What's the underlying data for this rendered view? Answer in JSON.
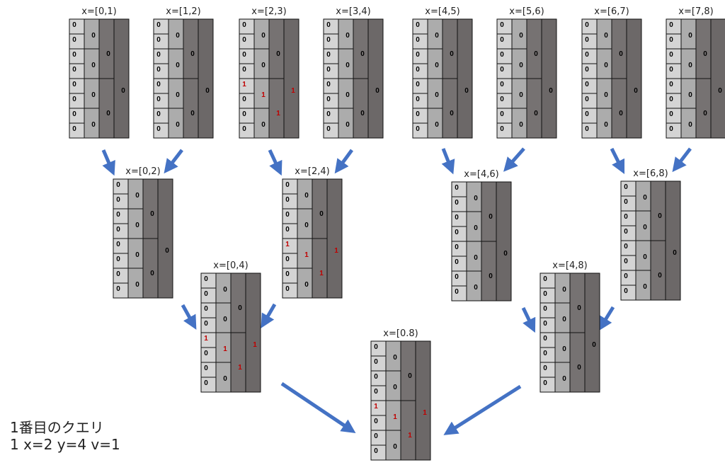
{
  "colors": {
    "col0": "#d4d4d4",
    "col1": "#acacac",
    "col2": "#767272",
    "col3": "#6c6868",
    "border": "#111111",
    "zero": "#000000",
    "one": "#c00000",
    "arrow": "#4472c4"
  },
  "caption": {
    "title": "1番目のクエリ",
    "query": "1 x=2 y=4 v=1"
  },
  "blocks": [
    {
      "id": "b01",
      "label": "x=[0,1)",
      "levels": [
        [
          "0",
          "0",
          "0",
          "0",
          "0",
          "0",
          "0",
          "0"
        ],
        [
          "0",
          "0",
          "0",
          "0"
        ],
        [
          "0",
          "0"
        ],
        [
          "0"
        ]
      ]
    },
    {
      "id": "b12",
      "label": "x=[1,2)",
      "levels": [
        [
          "0",
          "0",
          "0",
          "0",
          "0",
          "0",
          "0",
          "0"
        ],
        [
          "0",
          "0",
          "0",
          "0"
        ],
        [
          "0",
          "0"
        ],
        [
          "0"
        ]
      ]
    },
    {
      "id": "b23",
      "label": "x=[2,3)",
      "levels": [
        [
          "0",
          "0",
          "0",
          "0",
          "1",
          "0",
          "0",
          "0"
        ],
        [
          "0",
          "0",
          "1",
          "0"
        ],
        [
          "0",
          "1"
        ],
        [
          "1"
        ]
      ]
    },
    {
      "id": "b34",
      "label": "x=[3,4)",
      "levels": [
        [
          "0",
          "0",
          "0",
          "0",
          "0",
          "0",
          "0",
          "0"
        ],
        [
          "0",
          "0",
          "0",
          "0"
        ],
        [
          "0",
          "0"
        ],
        [
          "0"
        ]
      ]
    },
    {
      "id": "b45",
      "label": "x=[4,5)",
      "levels": [
        [
          "0",
          "0",
          "0",
          "0",
          "0",
          "0",
          "0",
          "0"
        ],
        [
          "0",
          "0",
          "0",
          "0"
        ],
        [
          "0",
          "0"
        ],
        [
          "0"
        ]
      ]
    },
    {
      "id": "b56",
      "label": "x=[5,6)",
      "levels": [
        [
          "0",
          "0",
          "0",
          "0",
          "0",
          "0",
          "0",
          "0"
        ],
        [
          "0",
          "0",
          "0",
          "0"
        ],
        [
          "0",
          "0"
        ],
        [
          "0"
        ]
      ]
    },
    {
      "id": "b67",
      "label": "x=[6,7)",
      "levels": [
        [
          "0",
          "0",
          "0",
          "0",
          "0",
          "0",
          "0",
          "0"
        ],
        [
          "0",
          "0",
          "0",
          "0"
        ],
        [
          "0",
          "0"
        ],
        [
          "0"
        ]
      ]
    },
    {
      "id": "b78",
      "label": "x=[7,8)",
      "levels": [
        [
          "0",
          "0",
          "0",
          "0",
          "0",
          "0",
          "0",
          "0"
        ],
        [
          "0",
          "0",
          "0",
          "0"
        ],
        [
          "0",
          "0"
        ],
        [
          "0"
        ]
      ]
    },
    {
      "id": "b02",
      "label": "x=[0,2)",
      "levels": [
        [
          "0",
          "0",
          "0",
          "0",
          "0",
          "0",
          "0",
          "0"
        ],
        [
          "0",
          "0",
          "0",
          "0"
        ],
        [
          "0",
          "0"
        ],
        [
          "0"
        ]
      ]
    },
    {
      "id": "b24",
      "label": "x=[2,4)",
      "levels": [
        [
          "0",
          "0",
          "0",
          "0",
          "1",
          "0",
          "0",
          "0"
        ],
        [
          "0",
          "0",
          "1",
          "0"
        ],
        [
          "0",
          "1"
        ],
        [
          "1"
        ]
      ]
    },
    {
      "id": "b46",
      "label": "x=[4,6)",
      "levels": [
        [
          "0",
          "0",
          "0",
          "0",
          "0",
          "0",
          "0",
          "0"
        ],
        [
          "0",
          "0",
          "0",
          "0"
        ],
        [
          "0",
          "0"
        ],
        [
          "0"
        ]
      ]
    },
    {
      "id": "b68",
      "label": "x=[6,8)",
      "levels": [
        [
          "0",
          "0",
          "0",
          "0",
          "0",
          "0",
          "0",
          "0"
        ],
        [
          "0",
          "0",
          "0",
          "0"
        ],
        [
          "0",
          "0"
        ],
        [
          "0"
        ]
      ]
    },
    {
      "id": "b04",
      "label": "x=[0,4)",
      "levels": [
        [
          "0",
          "0",
          "0",
          "0",
          "1",
          "0",
          "0",
          "0"
        ],
        [
          "0",
          "0",
          "1",
          "0"
        ],
        [
          "0",
          "1"
        ],
        [
          "1"
        ]
      ]
    },
    {
      "id": "b48",
      "label": "x=[4,8)",
      "levels": [
        [
          "0",
          "0",
          "0",
          "0",
          "0",
          "0",
          "0",
          "0"
        ],
        [
          "0",
          "0",
          "0",
          "0"
        ],
        [
          "0",
          "0"
        ],
        [
          "0"
        ]
      ]
    },
    {
      "id": "b08",
      "label": "x=[0.8)",
      "levels": [
        [
          "0",
          "0",
          "0",
          "0",
          "1",
          "0",
          "0",
          "0"
        ],
        [
          "0",
          "0",
          "1",
          "0"
        ],
        [
          "0",
          "1"
        ],
        [
          "1"
        ]
      ]
    }
  ]
}
